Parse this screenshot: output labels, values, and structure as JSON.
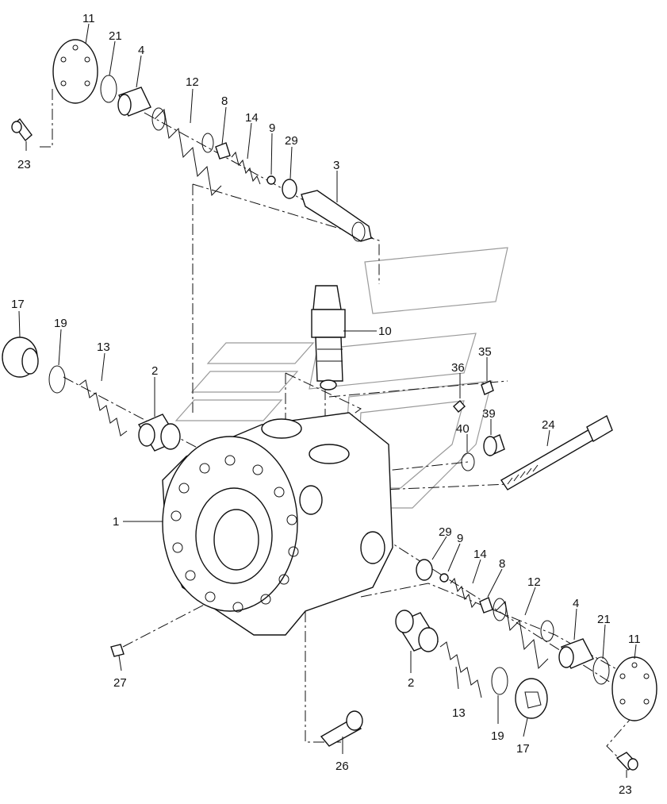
{
  "labels": {
    "l11a": "11",
    "l21a": "21",
    "l4a": "4",
    "l12a": "12",
    "l8a": "8",
    "l14a": "14",
    "l9a": "9",
    "l29a": "29",
    "l3": "3",
    "l23a": "23",
    "l17a": "17",
    "l19a": "19",
    "l13a": "13",
    "l2a": "2",
    "l10": "10",
    "l36": "36",
    "l35": "35",
    "l39": "39",
    "l40": "40",
    "l24": "24",
    "l1": "1",
    "l29b": "29",
    "l9b": "9",
    "l14b": "14",
    "l8b": "8",
    "l12b": "12",
    "l4b": "4",
    "l21b": "21",
    "l11b": "11",
    "l27": "27",
    "l2b": "2",
    "l13b": "13",
    "l19b": "19",
    "l17b": "17",
    "l26": "26",
    "l23b": "23"
  }
}
